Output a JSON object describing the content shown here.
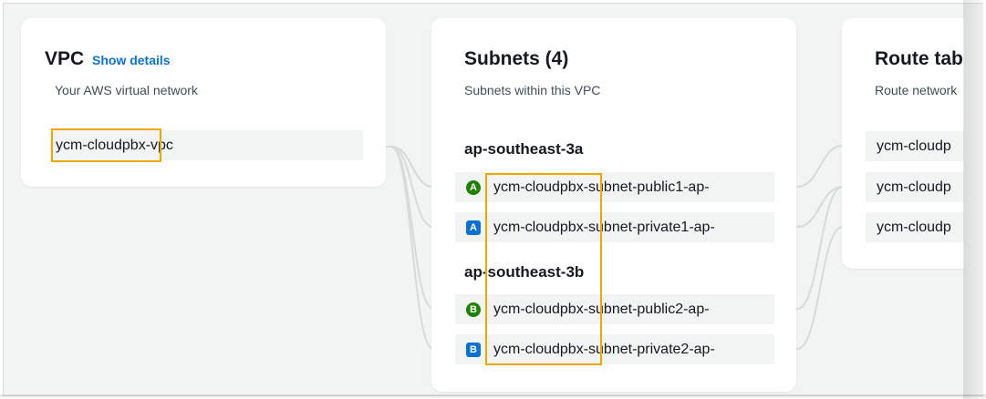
{
  "colors": {
    "accent_link": "#0972d3",
    "public_badge": "#1d8102",
    "private_badge": "#0972d3",
    "highlight": "#f0a800",
    "connector": "#d5dbdb",
    "canvas": "#f2f3f3"
  },
  "vpc": {
    "title": "VPC",
    "show_details": "Show details",
    "description": "Your AWS virtual network",
    "name_prefix": "ycm-cloudpbx",
    "name_suffix": "-vpc"
  },
  "subnets": {
    "title": "Subnets (4)",
    "description": "Subnets within this VPC",
    "zones": [
      {
        "name": "ap-southeast-3a",
        "items": [
          {
            "badge": "A",
            "kind": "public",
            "prefix": "ycm-cloudpbx",
            "suffix": "-subnet-public1-ap-"
          },
          {
            "badge": "A",
            "kind": "private",
            "prefix": "ycm-cloudpbx",
            "suffix": "-subnet-private1-ap-"
          }
        ]
      },
      {
        "name": "ap-southeast-3b",
        "items": [
          {
            "badge": "B",
            "kind": "public",
            "prefix": "ycm-cloudpbx",
            "suffix": "-subnet-public2-ap-"
          },
          {
            "badge": "B",
            "kind": "private",
            "prefix": "ycm-cloudpbx",
            "suffix": "-subnet-private2-ap-"
          }
        ]
      }
    ]
  },
  "route_tables": {
    "title": "Route tab",
    "description": "Route network",
    "items": [
      "ycm-cloudp",
      "ycm-cloudp",
      "ycm-cloudp"
    ]
  }
}
